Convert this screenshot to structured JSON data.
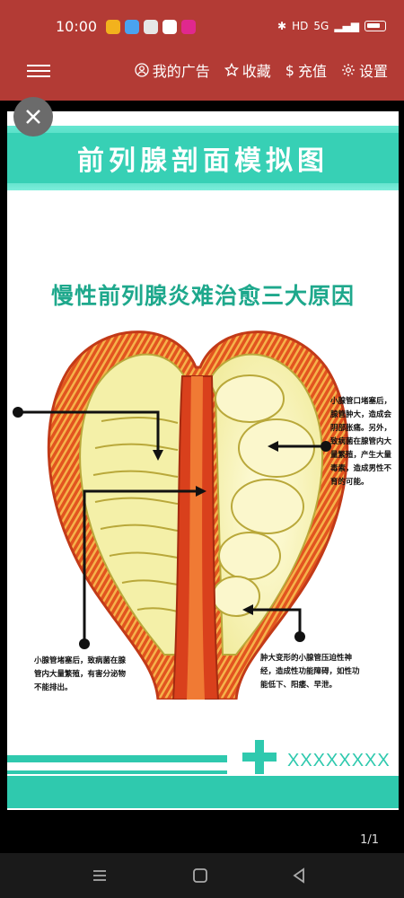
{
  "status": {
    "time": "10:00",
    "network_badge": "HD",
    "signal_badge": "5G"
  },
  "header": {
    "nav": [
      {
        "label": "我的广告",
        "icon": "person-icon"
      },
      {
        "label": "收藏",
        "icon": "star-icon"
      },
      {
        "label": "充值",
        "icon": "dollar-icon"
      },
      {
        "label": "设置",
        "icon": "gear-icon"
      }
    ]
  },
  "poster": {
    "title": "前列腺剖面模拟图",
    "subtitle": "慢性前列腺炎难治愈三大原因",
    "captions": [
      "小腺管口堵塞后，腺管肿大，造成会阴部胀痛。另外，致病菌在腺管内大量繁殖，产生大量毒素，造成男性不育的可能。",
      "小腺管堵塞后，致病菌在腺管内大量繁殖，有害分泌物不能排出。",
      "肿大变形的小腺管压迫性神经，造成性功能障碍，如性功能低下、阳痿、早泄。"
    ],
    "footer_text": "XXXXXXXX"
  },
  "viewer": {
    "page_counter": "1/1"
  },
  "colors": {
    "header_red": "#b33b35",
    "teal": "#2fc9ae",
    "subtitle_green": "#1ea88c"
  }
}
